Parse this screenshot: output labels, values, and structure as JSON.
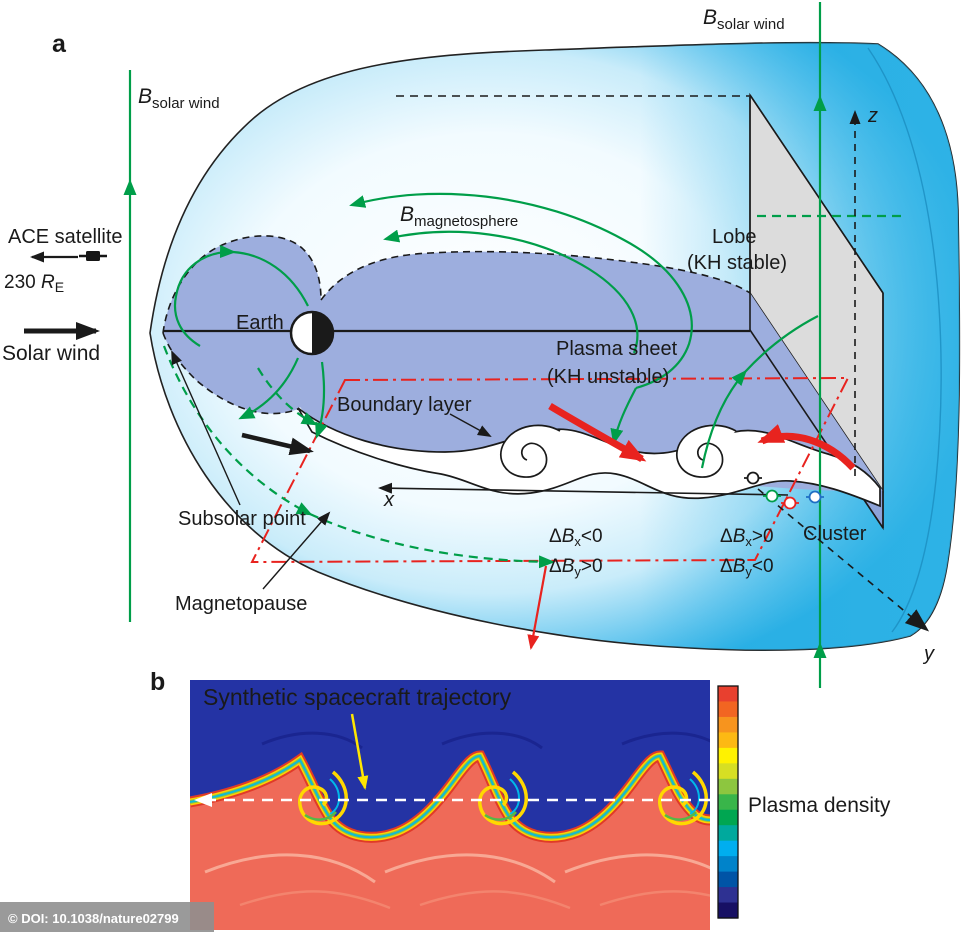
{
  "colors": {
    "field_line_green": "#009e49",
    "arrow_red": "#e8231f",
    "ace_blue": "#0072bc",
    "trajectory_yellow": "#ffe600",
    "magnetosheath_cyan": "#2fb3e6",
    "plasma_sheet_slate": "#9daede",
    "plasma_sheet_cross_section": "#8da2d8",
    "lobe_gray": "#dcdcdc",
    "simulation_blue": "#2433a4",
    "simulation_red": "#ef6a58"
  },
  "panel_a": {
    "label": "a",
    "b_solar_wind": {
      "symbol": "B",
      "subscript": "solar wind"
    },
    "b_magnetosphere": {
      "symbol": "B",
      "subscript": "magnetosphere"
    },
    "ace_satellite_label": "ACE satellite",
    "ace_distance": {
      "value": "230 ",
      "symbol": "R",
      "subscript": "E"
    },
    "solar_wind_label": "Solar wind",
    "earth_label": "Earth",
    "lobe_line1": "Lobe",
    "lobe_line2": "(KH stable)",
    "plasma_sheet_line1": "Plasma sheet",
    "plasma_sheet_line2": "(KH unstable)",
    "boundary_layer_label": "Boundary layer",
    "subsolar_point_label": "Subsolar point",
    "magnetopause_label": "Magnetopause",
    "cluster_label": "Cluster",
    "axes": {
      "x": "x",
      "y": "y",
      "z": "z"
    },
    "delta_b": {
      "left_top": {
        "prefix": "Δ",
        "symbol": "B",
        "subscript": "x",
        "relation": "<0"
      },
      "left_bottom": {
        "prefix": "Δ",
        "symbol": "B",
        "subscript": "y",
        "relation": ">0"
      },
      "right_top": {
        "prefix": "Δ",
        "symbol": "B",
        "subscript": "x",
        "relation": ">0"
      },
      "right_bottom": {
        "prefix": "Δ",
        "symbol": "B",
        "subscript": "y",
        "relation": "<0"
      }
    }
  },
  "panel_b": {
    "label": "b",
    "trajectory_label": "Synthetic spacecraft trajectory",
    "colorbar": {
      "label": "Plasma density",
      "colors": [
        "#e8402f",
        "#f26522",
        "#f7941e",
        "#fdb913",
        "#fff200",
        "#d7df23",
        "#8dc63f",
        "#39b54a",
        "#00a651",
        "#00a99d",
        "#00aeef",
        "#0083ca",
        "#0054a6",
        "#2e3192",
        "#171064"
      ]
    }
  },
  "watermark": "© DOI: 10.1038/nature02799"
}
